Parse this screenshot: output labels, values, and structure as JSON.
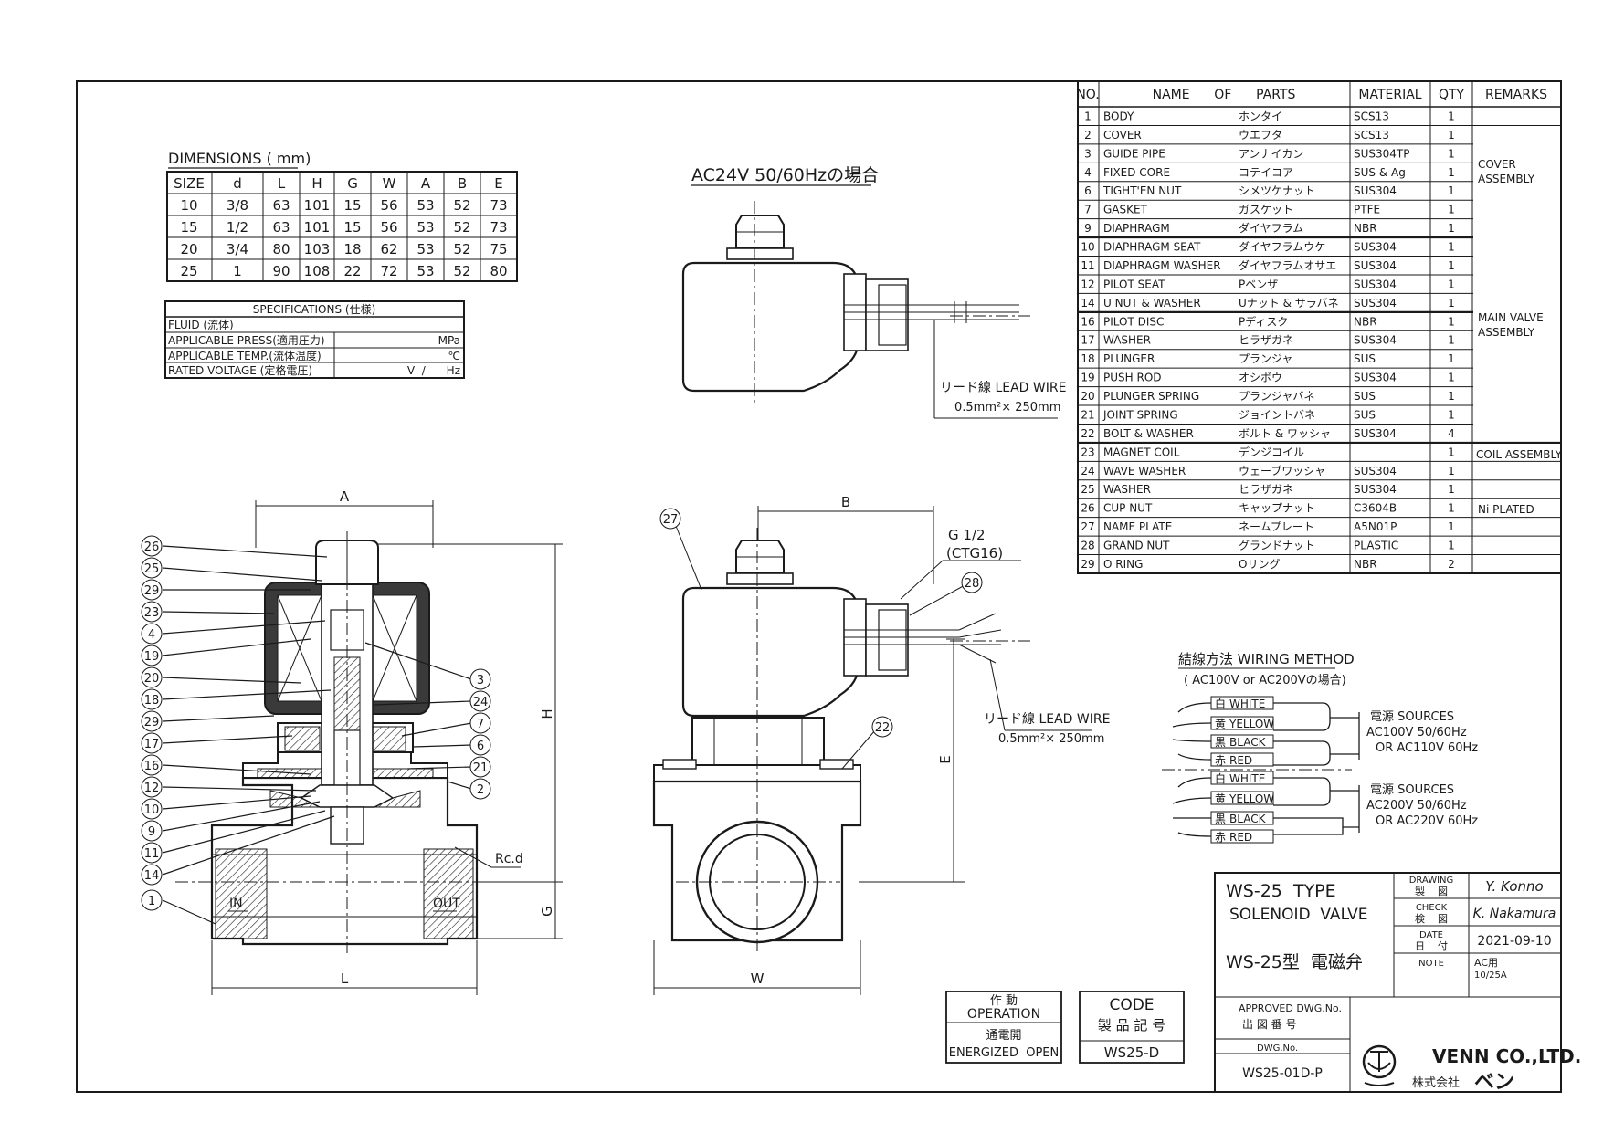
{
  "drawing_title": "WS-25  TYPE",
  "drawing_subtitle": "SOLENOID  VALVE",
  "drawing_title_jp": "WS-25型  電磁弁",
  "dimensions": {
    "title": "DIMENSIONS ( mm)",
    "headers": [
      "SIZE",
      "d",
      "L",
      "H",
      "G",
      "W",
      "A",
      "B",
      "E"
    ],
    "rows": [
      [
        "10",
        "3/8",
        "63",
        "101",
        "15",
        "56",
        "53",
        "52",
        "73"
      ],
      [
        "15",
        "1/2",
        "63",
        "101",
        "15",
        "56",
        "53",
        "52",
        "73"
      ],
      [
        "20",
        "3/4",
        "80",
        "103",
        "18",
        "62",
        "53",
        "52",
        "75"
      ],
      [
        "25",
        "1",
        "90",
        "108",
        "22",
        "72",
        "53",
        "52",
        "80"
      ]
    ]
  },
  "specifications": {
    "title": "SPECIFICATIONS (仕様)",
    "rows": [
      {
        "label": "FLUID  (流体)",
        "unit": ""
      },
      {
        "label": "APPLICABLE PRESS(適用圧力)",
        "unit": "MPa"
      },
      {
        "label": "APPLICABLE TEMP.(流体温度)",
        "unit": "℃"
      },
      {
        "label": "RATED VOLTAGE (定格電圧)",
        "unit": "V  /      Hz"
      }
    ]
  },
  "ac24_view_title": "AC24V  50/60Hzの場合",
  "lead_wire_label": "リード線 LEAD WIRE",
  "lead_wire_spec": "0.5mm²× 250mm",
  "thread_label_1": "G  1/2",
  "thread_label_2": "(CTG16)",
  "rc_label": "Rc.d",
  "port_in": "IN",
  "port_out": "OUT",
  "dim_letters": {
    "A": "A",
    "B": "B",
    "H": "H",
    "G": "G",
    "L": "L",
    "W": "W",
    "E": "E"
  },
  "balloons_left": [
    "26",
    "25",
    "29",
    "23",
    "4",
    "19",
    "20",
    "18",
    "29",
    "17",
    "16",
    "12",
    "10",
    "9",
    "11",
    "14",
    "1"
  ],
  "balloons_right": [
    "3",
    "24",
    "7",
    "6",
    "21",
    "2"
  ],
  "balloons_side": [
    "27",
    "28",
    "22"
  ],
  "parts_table": {
    "headers": [
      "NO.",
      "NAME      OF      PARTS",
      "MATERIAL",
      "QTY",
      "REMARKS"
    ],
    "rows": [
      {
        "no": "1",
        "name": "BODY",
        "jp": "ホンタイ",
        "material": "SCS13",
        "qty": "1"
      },
      {
        "no": "2",
        "name": "COVER",
        "jp": "ウエフタ",
        "material": "SCS13",
        "qty": "1"
      },
      {
        "no": "3",
        "name": "GUIDE PIPE",
        "jp": "アンナイカン",
        "material": "SUS304TP",
        "qty": "1"
      },
      {
        "no": "4",
        "name": "FIXED CORE",
        "jp": "コテイコア",
        "material": "SUS & Ag",
        "qty": "1"
      },
      {
        "no": "6",
        "name": "TIGHT'EN NUT",
        "jp": "シメツケナット",
        "material": "SUS304",
        "qty": "1"
      },
      {
        "no": "7",
        "name": "GASKET",
        "jp": "ガスケット",
        "material": "PTFE",
        "qty": "1"
      },
      {
        "no": "9",
        "name": "DIAPHRAGM",
        "jp": "ダイヤフラム",
        "material": "NBR",
        "qty": "1"
      },
      {
        "no": "10",
        "name": "DIAPHRAGM SEAT",
        "jp": "ダイヤフラムウケ",
        "material": "SUS304",
        "qty": "1"
      },
      {
        "no": "11",
        "name": "DIAPHRAGM WASHER",
        "jp": "ダイヤフラムオサエ",
        "material": "SUS304",
        "qty": "1"
      },
      {
        "no": "12",
        "name": "PILOT SEAT",
        "jp": "Pベンザ",
        "material": "SUS304",
        "qty": "1"
      },
      {
        "no": "14",
        "name": "U NUT & WASHER",
        "jp": "Uナット & サラバネ",
        "material": "SUS304",
        "qty": "1"
      },
      {
        "no": "16",
        "name": "PILOT DISC",
        "jp": "Pディスク",
        "material": "NBR",
        "qty": "1"
      },
      {
        "no": "17",
        "name": "WASHER",
        "jp": "ヒラザガネ",
        "material": "SUS304",
        "qty": "1"
      },
      {
        "no": "18",
        "name": "PLUNGER",
        "jp": "プランジャ",
        "material": "SUS",
        "qty": "1"
      },
      {
        "no": "19",
        "name": "PUSH ROD",
        "jp": "オシボウ",
        "material": "SUS304",
        "qty": "1"
      },
      {
        "no": "20",
        "name": "PLUNGER SPRING",
        "jp": "プランジャバネ",
        "material": "SUS",
        "qty": "1"
      },
      {
        "no": "21",
        "name": "JOINT SPRING",
        "jp": "ジョイントバネ",
        "material": "SUS",
        "qty": "1"
      },
      {
        "no": "22",
        "name": "BOLT & WASHER",
        "jp": "ボルト & ワッシャ",
        "material": "SUS304",
        "qty": "4"
      },
      {
        "no": "23",
        "name": "MAGNET COIL",
        "jp": "デンジコイル",
        "material": "",
        "qty": "1"
      },
      {
        "no": "24",
        "name": "WAVE WASHER",
        "jp": "ウェーブワッシャ",
        "material": "SUS304",
        "qty": "1"
      },
      {
        "no": "25",
        "name": "WASHER",
        "jp": "ヒラザガネ",
        "material": "SUS304",
        "qty": "1"
      },
      {
        "no": "26",
        "name": "CUP NUT",
        "jp": "キャップナット",
        "material": "C3604B",
        "qty": "1"
      },
      {
        "no": "27",
        "name": "NAME PLATE",
        "jp": "ネームプレート",
        "material": "A5N01P",
        "qty": "1"
      },
      {
        "no": "28",
        "name": "GRAND NUT",
        "jp": "グランドナット",
        "material": "PLASTIC",
        "qty": "1"
      },
      {
        "no": "29",
        "name": "O RING",
        "jp": "Oリング",
        "material": "NBR",
        "qty": "2"
      }
    ],
    "remarks": {
      "cover_1": "COVER",
      "cover_2": "ASSEMBLY",
      "main_1": "MAIN VALVE",
      "main_2": "ASSEMBLY",
      "coil": "COIL ASSEMBLY",
      "ni": "Ni PLATED"
    }
  },
  "wiring": {
    "title": "結線方法 WIRING METHOD",
    "subtitle": "( AC100V or AC200Vの場合)",
    "wires": [
      {
        "jp": "白",
        "en": "WHITE"
      },
      {
        "jp": "黄",
        "en": "YELLOW"
      },
      {
        "jp": "黒",
        "en": "BLACK"
      },
      {
        "jp": "赤",
        "en": "RED"
      }
    ],
    "sources_label": "電源  SOURCES",
    "upper_1": "AC100V 50/60Hz",
    "upper_2": "OR AC110V 60Hz",
    "lower_1": "AC200V 50/60Hz",
    "lower_2": "OR AC220V 60Hz"
  },
  "operation": {
    "jp": "作  動",
    "en": "OPERATION",
    "value_jp": "通電開",
    "value_en": "ENERGIZED  OPEN"
  },
  "code": {
    "label": "CODE",
    "jp": "製 品 記 号",
    "value": "WS25-D"
  },
  "title_block": {
    "drawing_label": "DRAWING",
    "drawing_jp": "製    図",
    "drawing_name": "Y. Konno",
    "check_label": "CHECK",
    "check_jp": "検    図",
    "check_name": "K. Nakamura",
    "date_label": "DATE",
    "date_jp": "日    付",
    "date_value": "2021-09-10",
    "note_label": "NOTE",
    "note_1": "AC用",
    "note_2": "10/25A",
    "approved_label": "APPROVED DWG.No.",
    "approved_jp": "出 図 番 号",
    "dwg_label": "DWG.No.",
    "dwg_no": "WS25-01D-P"
  },
  "company": {
    "name": "VENN CO.,LTD.",
    "jp_prefix": "株式会社",
    "logo_text": "ベン"
  }
}
